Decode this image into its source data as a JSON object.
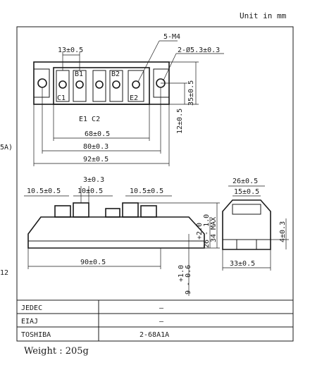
{
  "header": {
    "unit": "Unit in mm"
  },
  "margin_fragments": [
    "5A)",
    "12"
  ],
  "top_view": {
    "terminal_labels": [
      "B1",
      "B2",
      "C1",
      "E2",
      "E1 C2"
    ],
    "dimensions": {
      "pitch_13": "13±0.5",
      "screw": "5-M4",
      "hole": "2-Ø5.3±0.3",
      "w68": "68±0.5",
      "w80": "80±0.3",
      "w92": "92±0.5",
      "h35": "35±0.5",
      "h12": "12±0.5"
    }
  },
  "front_view": {
    "dimensions": {
      "d3": "3±0.3",
      "d105a": "10.5±0.5",
      "d10": "10±0.5",
      "d105b": "10.5±0.5",
      "d90": "90±0.5",
      "tol_upper": "+2.0",
      "tol_lower": "26 - 1.0",
      "max34": "34 MAX",
      "tol9_upper": "+1.0",
      "tol9_lower": "9 - 0.6"
    }
  },
  "side_view": {
    "dimensions": {
      "d26": "26±0.5",
      "d15": "15±0.5",
      "d4": "4±0.3",
      "d33": "33±0.5"
    }
  },
  "table": {
    "rows": [
      {
        "label": "JEDEC",
        "value": "―"
      },
      {
        "label": "EIAJ",
        "value": "―"
      },
      {
        "label": "TOSHIBA",
        "value": "2-68A1A"
      }
    ]
  },
  "weight": "Weight : 205g"
}
